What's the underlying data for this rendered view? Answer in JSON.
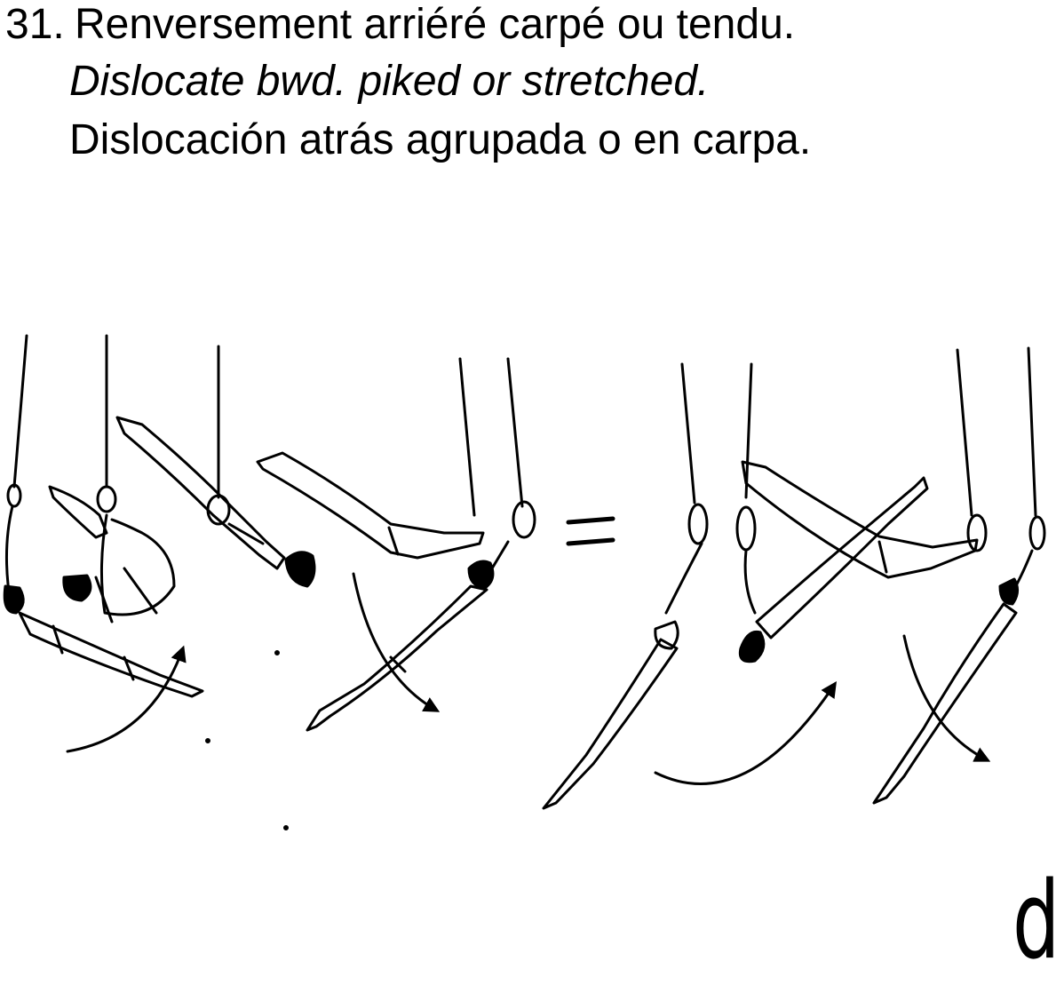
{
  "element": {
    "number": "31.",
    "name_fr": "Renversement arriéré carpé ou tendu.",
    "name_en": "Dislocate bwd. piked or stretched.",
    "name_es": "Dislocación atrás agrupada o en carpa."
  },
  "figure": {
    "equals_sign": "=",
    "letter": "d"
  },
  "colors": {
    "ink": "#000000",
    "background": "#ffffff"
  }
}
